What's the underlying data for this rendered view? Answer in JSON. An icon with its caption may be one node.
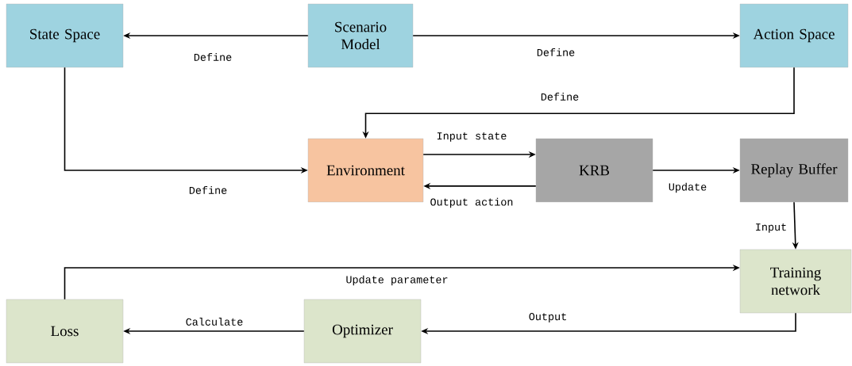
{
  "diagram": {
    "nodes": [
      {
        "text": [
          "State Space"
        ]
      },
      {
        "text": [
          "Scenario Model"
        ]
      },
      {
        "text": [
          "Action Space"
        ]
      },
      {
        "text": [
          "Environment"
        ]
      },
      {
        "text": [
          "KRB"
        ]
      },
      {
        "text": [
          "Replay Buffer"
        ]
      },
      {
        "text": [
          "Training network"
        ]
      },
      {
        "text": [
          "Optimizer"
        ]
      },
      {
        "text": [
          "Loss"
        ]
      }
    ],
    "edges": [
      {
        "from": 1,
        "to": 0,
        "arrow": "to",
        "label": "Define"
      },
      {
        "from": 1,
        "to": 2,
        "arrow": "to",
        "label": "Define"
      },
      {
        "from": 2,
        "to": 3,
        "arrow": "to",
        "label": "Define"
      },
      {
        "from": 0,
        "to": 3,
        "arrow": "to",
        "label": "Define"
      },
      {
        "from": 3,
        "to": 4,
        "arrow": "to",
        "label": "Input state"
      },
      {
        "from": 4,
        "to": 3,
        "arrow": "to",
        "label": "Output action"
      },
      {
        "from": 4,
        "to": 5,
        "arrow": "to",
        "label": "Update"
      },
      {
        "from": 5,
        "to": 6,
        "arrow": "to",
        "label": "Input"
      },
      {
        "from": 8,
        "to": 6,
        "arrow": "to",
        "label": "Update parameter"
      },
      {
        "from": 6,
        "to": 7,
        "arrow": "to",
        "label": "Output"
      },
      {
        "from": 7,
        "to": 8,
        "arrow": "to",
        "label": "Calculate"
      }
    ]
  }
}
